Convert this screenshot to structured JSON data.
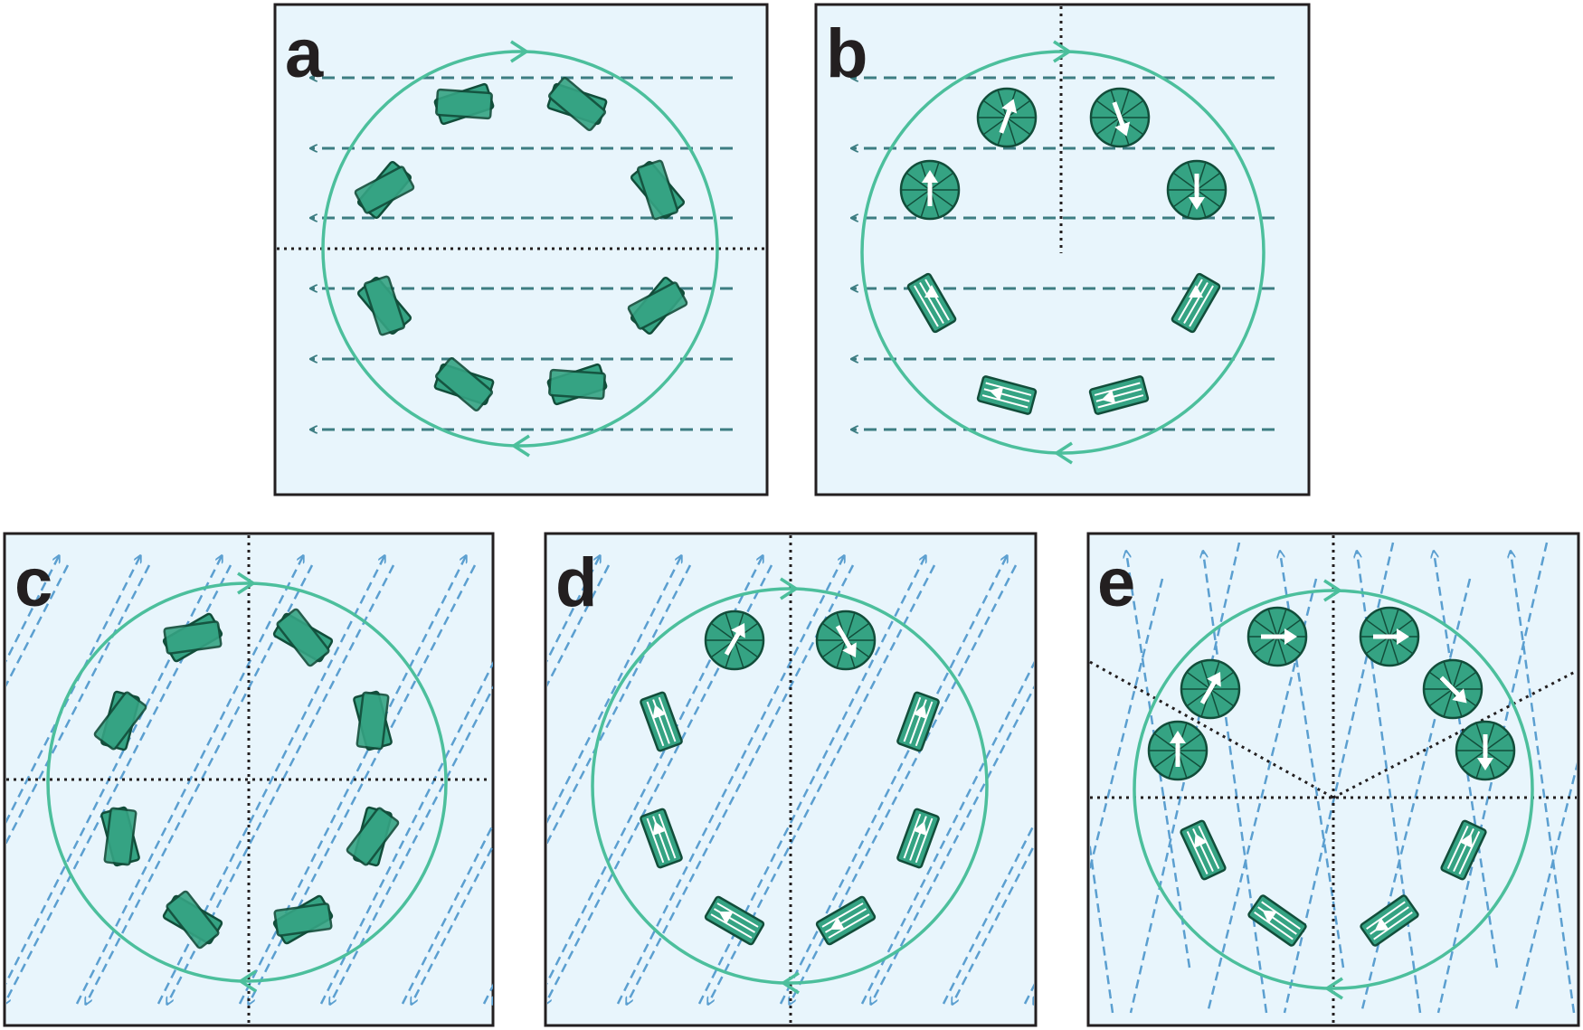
{
  "colors": {
    "panel_bg": "#e8f5fc",
    "panel_border": "#231f20",
    "circle": "#4cbf9c",
    "arrow_dark": "#3d7d82",
    "arrow_light": "#5b9fd0",
    "divider": "#231f20",
    "element_fill": "#35a383",
    "element_stroke": "#124d3a",
    "element_stripe": "#ffffff",
    "label_text": "#231f20"
  },
  "panels": [
    {
      "label": "a",
      "field": "horizontal",
      "orientation": "mirror",
      "elements": "plain"
    },
    {
      "label": "b",
      "field": "horizontal",
      "orientation": "mirror-vertical",
      "elements": "striped-arrow"
    },
    {
      "label": "c",
      "field": "crossed",
      "orientation": "four-quadrant",
      "elements": "plain"
    },
    {
      "label": "d",
      "field": "crossed",
      "orientation": "four-quadrant",
      "elements": "striped-arrow"
    },
    {
      "label": "e",
      "field": "oblique",
      "orientation": "six-sector",
      "elements": "striped-arrow"
    }
  ]
}
